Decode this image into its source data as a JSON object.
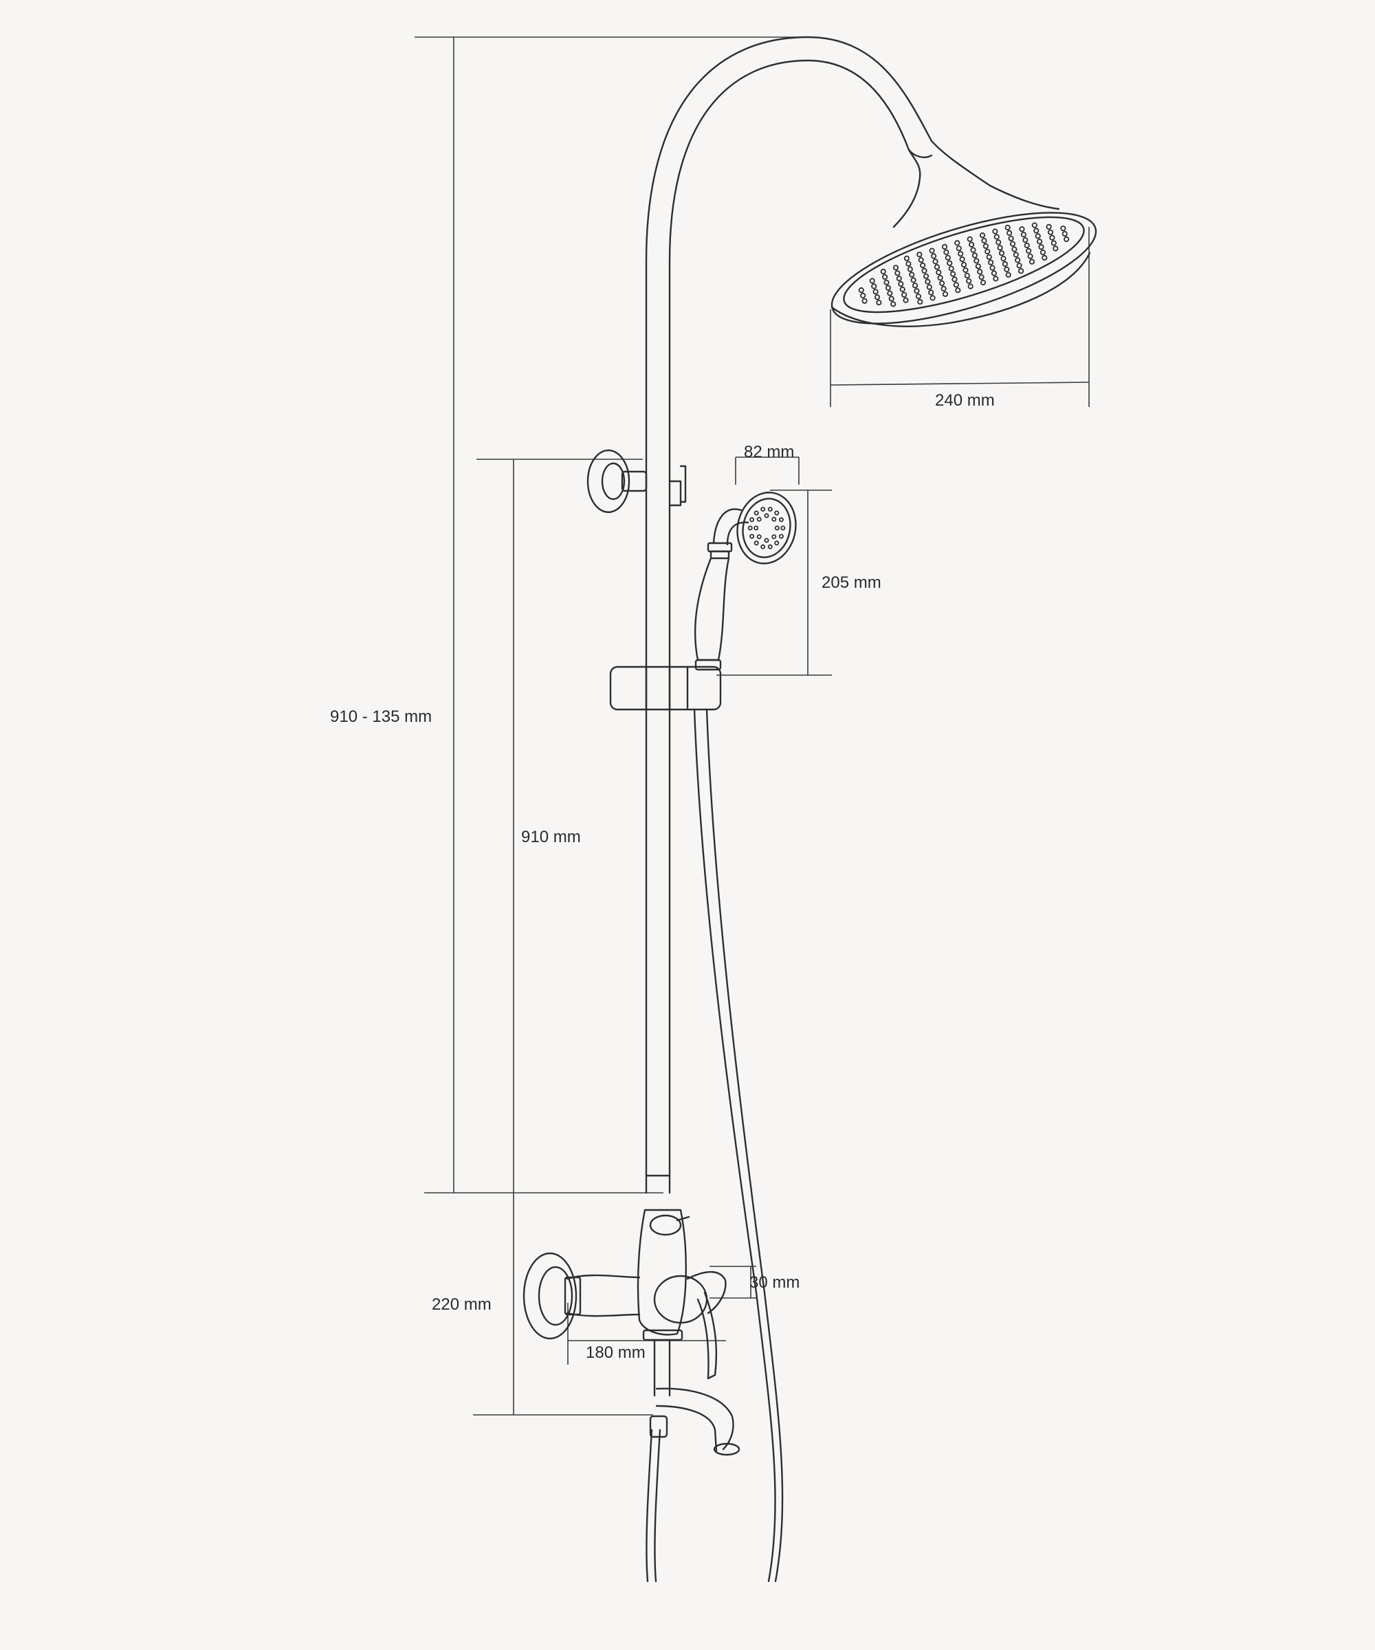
{
  "dimensions": {
    "total_height": "910 - 135 mm",
    "rail_height": "910 mm",
    "mixer_height": "220 mm",
    "mixer_width": "180 mm",
    "handle_offset": "30 mm",
    "rain_head_diameter": "240 mm",
    "hand_shower_width": "82 mm",
    "hand_shower_length": "205 mm"
  },
  "colors": {
    "background": "#f7f6f5",
    "line": "#2e2e2e"
  }
}
